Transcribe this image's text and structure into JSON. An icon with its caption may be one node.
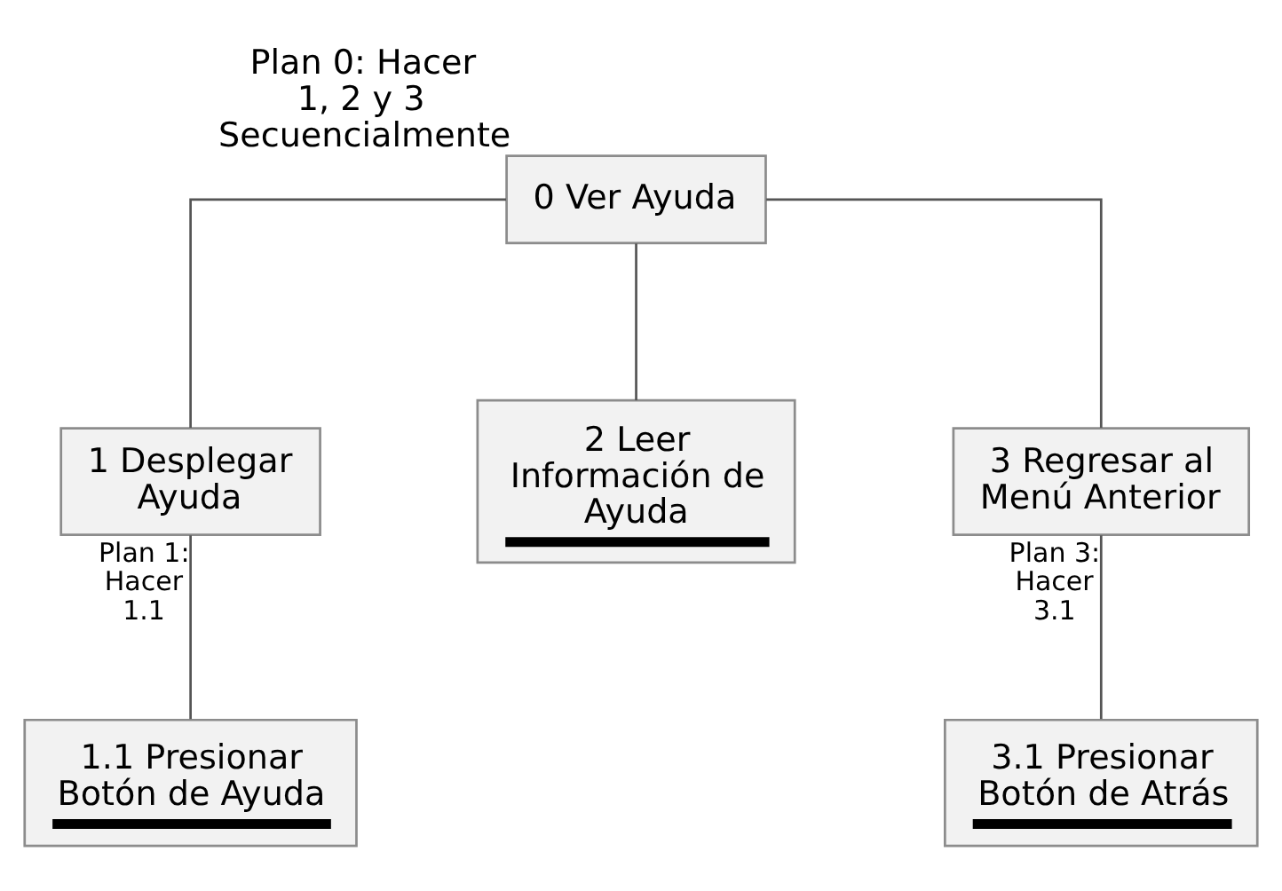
{
  "diagram": {
    "nodes": [
      {
        "text": [
          "0 Ver Ayuda"
        ],
        "beside": [
          "Plan 0: Hacer 1, 2 y 3 Secuencialmente"
        ]
      },
      {
        "text": [
          "1 Desplegar Ayuda"
        ]
      },
      {
        "text": [
          "2 Leer Información de Ayuda"
        ]
      },
      {
        "text": [
          "3 Regresar al Menú Anterior"
        ]
      },
      {
        "text": [
          "1.1 Presionar Botón de Ayuda"
        ]
      },
      {
        "text": [
          "3.1 Presionar Botón de Atrás"
        ]
      }
    ],
    "edges": [
      {
        "from": 0,
        "to": 1,
        "arrow": "none"
      },
      {
        "from": 0,
        "to": 2,
        "arrow": "none"
      },
      {
        "from": 0,
        "to": 3,
        "arrow": "none"
      },
      {
        "from": 1,
        "to": 4,
        "arrow": "none",
        "label": "Plan 1: Hacer 1.1"
      },
      {
        "from": 3,
        "to": 5,
        "arrow": "none",
        "label": "Plan 3: Hacer 3.1"
      }
    ]
  }
}
